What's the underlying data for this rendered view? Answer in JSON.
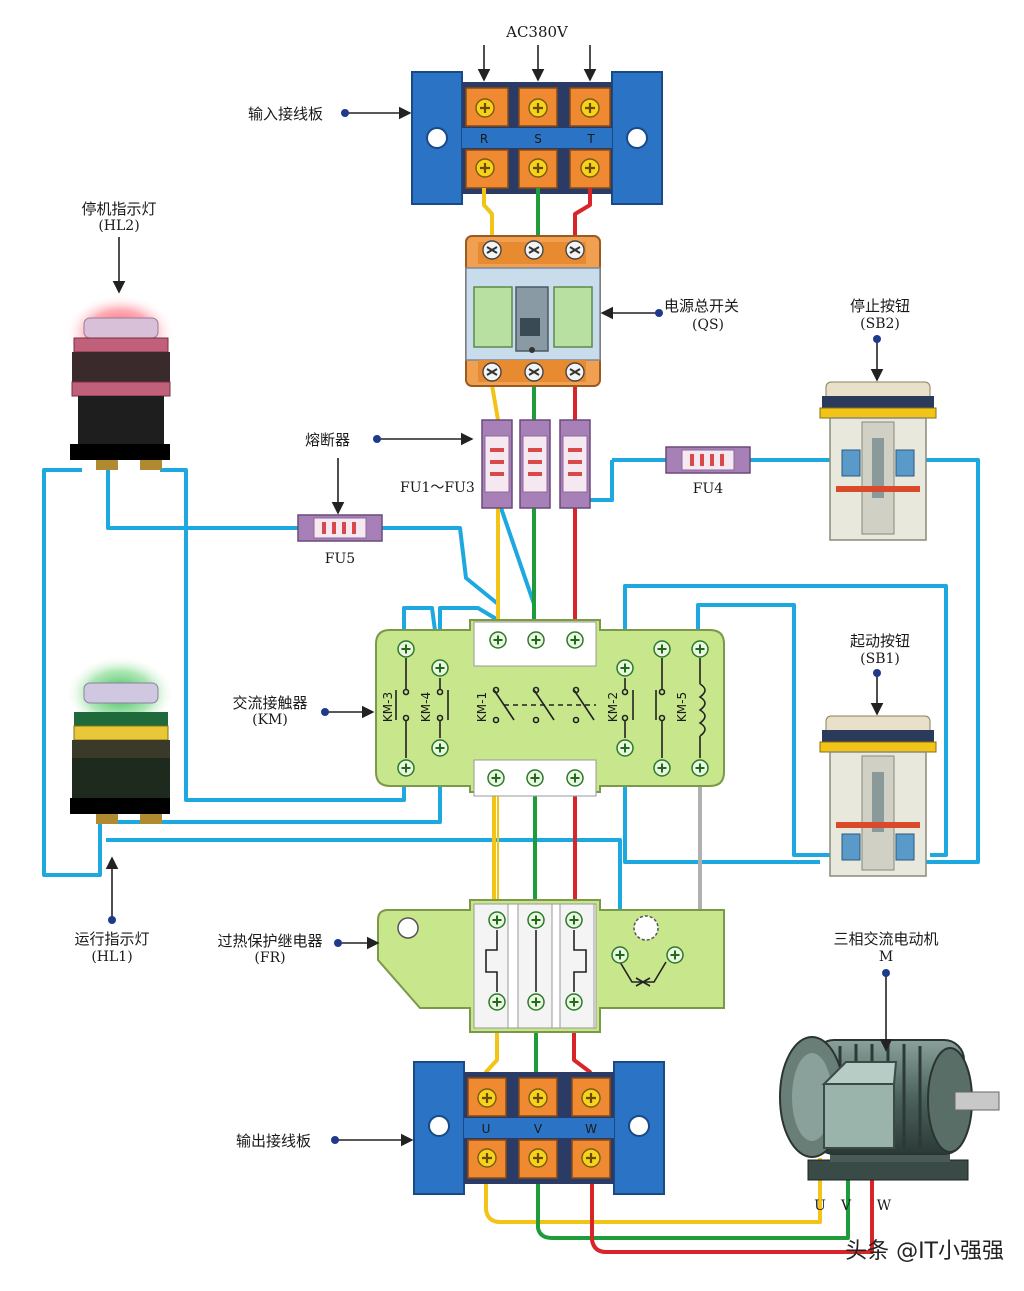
{
  "supply": {
    "voltage": "AC380V"
  },
  "input_board": {
    "label": "输入接线板",
    "terminals": [
      "R",
      "S",
      "T"
    ]
  },
  "main_switch": {
    "label": "电源总开关",
    "code": "(QS)"
  },
  "fuse_main": {
    "label": "熔断器",
    "code": "FU1～FU3"
  },
  "fuse4": {
    "code": "FU4"
  },
  "fuse5": {
    "code": "FU5"
  },
  "stop_lamp": {
    "label": "停机指示灯",
    "code": "(HL2)"
  },
  "run_lamp": {
    "label": "运行指示灯",
    "code": "(HL1)"
  },
  "stop_button": {
    "label": "停止按钮",
    "code": "(SB2)"
  },
  "start_button": {
    "label": "起动按钮",
    "code": "(SB1)"
  },
  "contactor": {
    "label": "交流接触器",
    "code": "(KM)",
    "contacts": [
      "KM-3",
      "KM-4",
      "KM-1",
      "KM-2",
      "KM-5"
    ]
  },
  "thermal_relay": {
    "label": "过热保护继电器",
    "code": "(FR)"
  },
  "output_board": {
    "label": "输出接线板",
    "terminals": [
      "U",
      "V",
      "W"
    ]
  },
  "motor": {
    "label": "三相交流电动机",
    "code": "M",
    "terminals": [
      "U",
      "V",
      "W"
    ]
  },
  "watermark": "头条 @IT小强强",
  "colors": {
    "phase1": "#f2c418",
    "phase2": "#1e9c3c",
    "phase3": "#d8252a",
    "control": "#1ea8e0",
    "terminal_block": "#2b73c4",
    "contactor_body": "#c8e68c",
    "switch_body": "#f0a050"
  }
}
